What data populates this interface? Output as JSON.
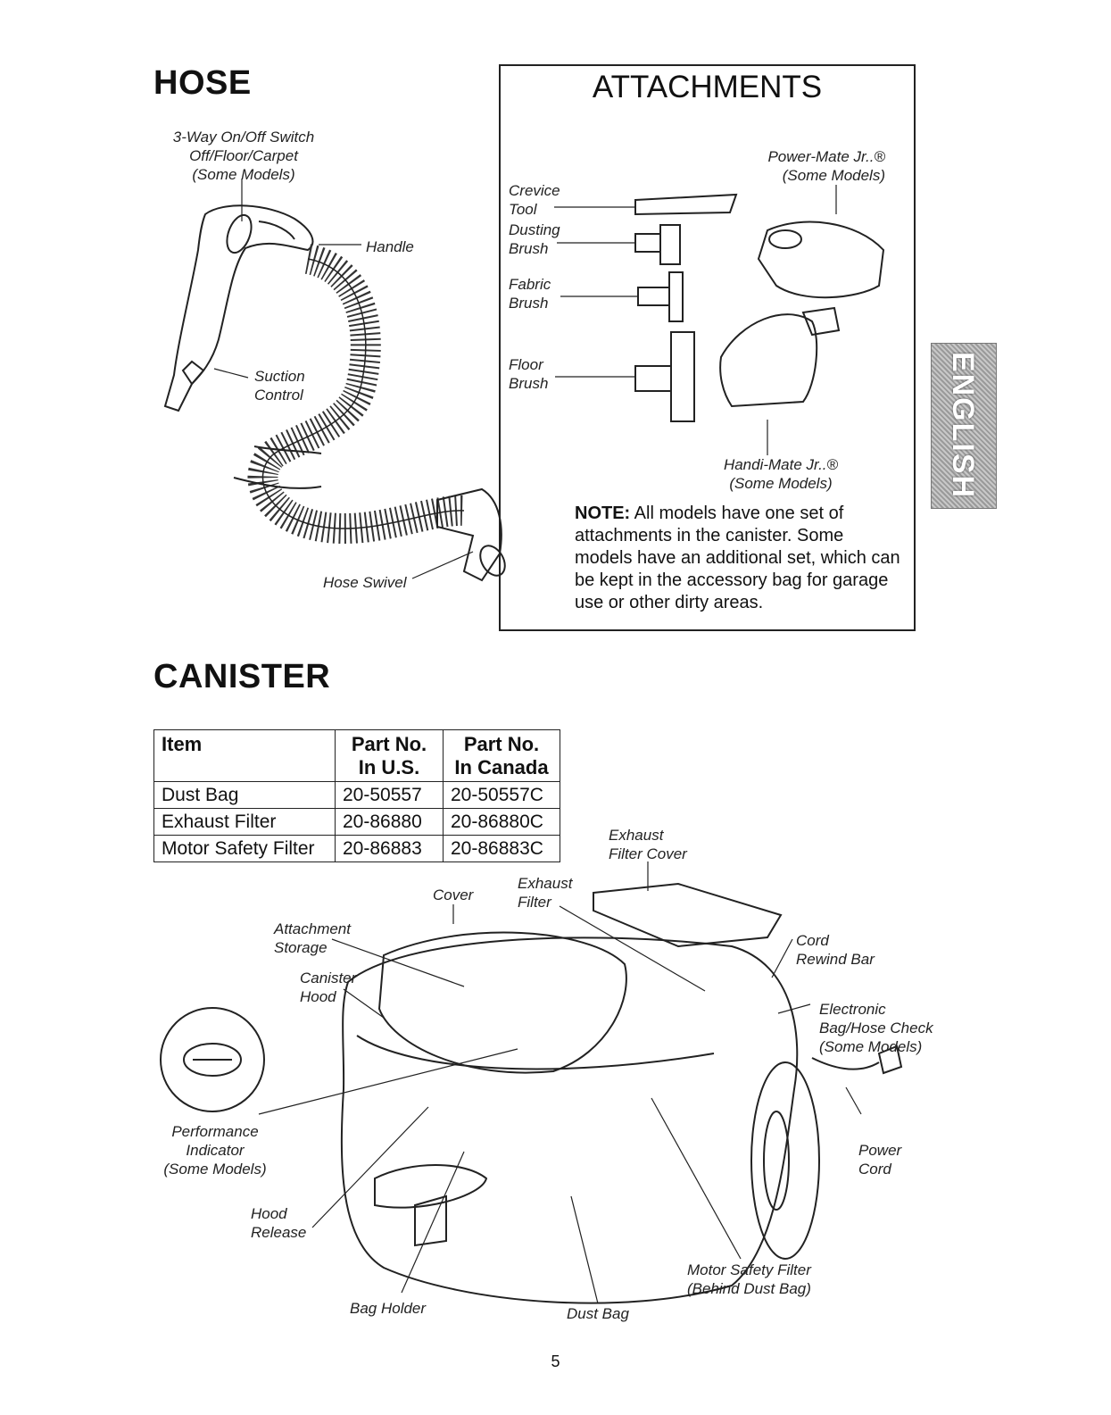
{
  "hose": {
    "title": "HOSE",
    "switch_label": [
      "3-Way On/Off Switch",
      "Off/Floor/Carpet",
      "(Some Models)"
    ],
    "handle_label": "Handle",
    "suction_label": [
      "Suction",
      "Control"
    ],
    "swivel_label": "Hose Swivel"
  },
  "attachments": {
    "title": "ATTACHMENTS",
    "crevice_tool": [
      "Crevice",
      "Tool"
    ],
    "dusting_brush": [
      "Dusting",
      "Brush"
    ],
    "fabric_brush": [
      "Fabric",
      "Brush"
    ],
    "floor_brush": [
      "Floor",
      "Brush"
    ],
    "power_mate": [
      "Power-Mate Jr..®",
      "(Some Models)"
    ],
    "handi_mate": [
      "Handi-Mate Jr..®",
      "(Some Models)"
    ],
    "note_label": "NOTE:",
    "note_text": "All models have one set of attachments in the canister. Some models have an additional set, which can be kept in the accessory bag for garage use or other dirty areas."
  },
  "canister": {
    "title": "CANISTER",
    "table": {
      "headers": [
        [
          "Item"
        ],
        [
          "Part No.",
          "In U.S."
        ],
        [
          "Part No.",
          "In Canada"
        ]
      ],
      "rows": [
        [
          "Dust Bag",
          "20-50557",
          "20-50557C"
        ],
        [
          "Exhaust Filter",
          "20-86880",
          "20-86880C"
        ],
        [
          "Motor Safety Filter",
          "20-86883",
          "20-86883C"
        ]
      ]
    },
    "labels": {
      "exhaust_filter_cover": [
        "Exhaust",
        "Filter Cover"
      ],
      "cover": "Cover",
      "exhaust_filter": [
        "Exhaust",
        "Filter"
      ],
      "attachment_storage": [
        "Attachment",
        "Storage"
      ],
      "canister_hood": [
        "Canister",
        "Hood"
      ],
      "cord_rewind_bar": [
        "Cord",
        "Rewind Bar"
      ],
      "electronic_check": [
        "Electronic",
        "Bag/Hose Check",
        "(Some Models)"
      ],
      "performance_indicator": [
        "Performance",
        "Indicator",
        "(Some Models)"
      ],
      "power_cord": [
        "Power",
        "Cord"
      ],
      "hood_release": [
        "Hood",
        "Release"
      ],
      "motor_safety_filter": [
        "Motor Safety Filter",
        "(Behind Dust Bag)"
      ],
      "bag_holder": "Bag Holder",
      "dust_bag": "Dust Bag"
    }
  },
  "language_tab": "ENGLISH",
  "page_number": "5"
}
